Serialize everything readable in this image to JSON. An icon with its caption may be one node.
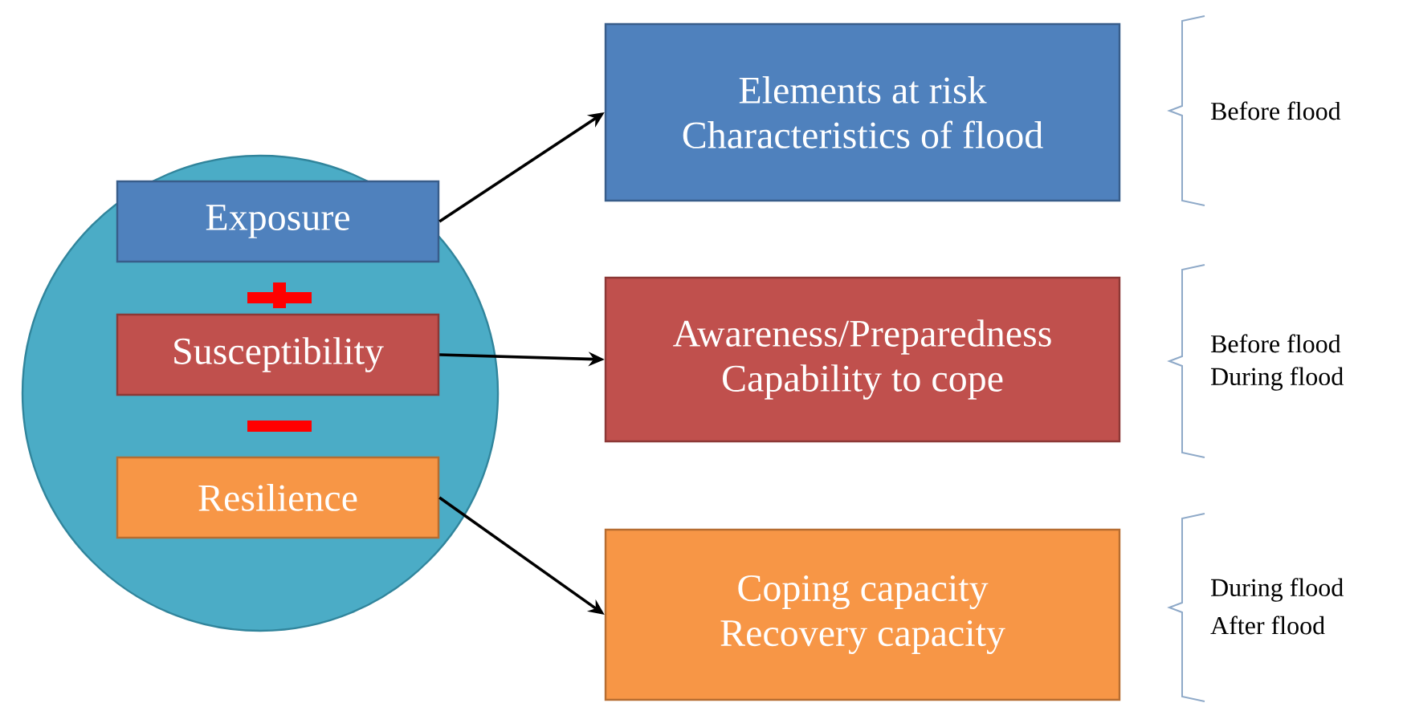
{
  "diagram": {
    "nodes": [
      {
        "text": [],
        "shape": "circle"
      },
      {
        "text": [
          "Exposure"
        ],
        "in": 0
      },
      {
        "text": [
          "Susceptibility"
        ],
        "in": 0
      },
      {
        "text": [
          "Resilience"
        ],
        "in": 0
      },
      {
        "text": [
          "Elements at risk",
          "Characteristics of flood"
        ]
      },
      {
        "text": [
          "Awareness/Preparedness",
          "Capability to cope"
        ]
      },
      {
        "text": [
          "Coping capacity",
          "Recovery capacity"
        ]
      }
    ],
    "edges": [
      {
        "from": 1,
        "to": 4,
        "arrow": "to"
      },
      {
        "from": 2,
        "to": 5,
        "arrow": "to"
      },
      {
        "from": 3,
        "to": 6,
        "arrow": "to"
      }
    ],
    "labels": [
      "Before flood",
      "Before flood",
      "During flood",
      "During flood",
      "After flood"
    ]
  }
}
